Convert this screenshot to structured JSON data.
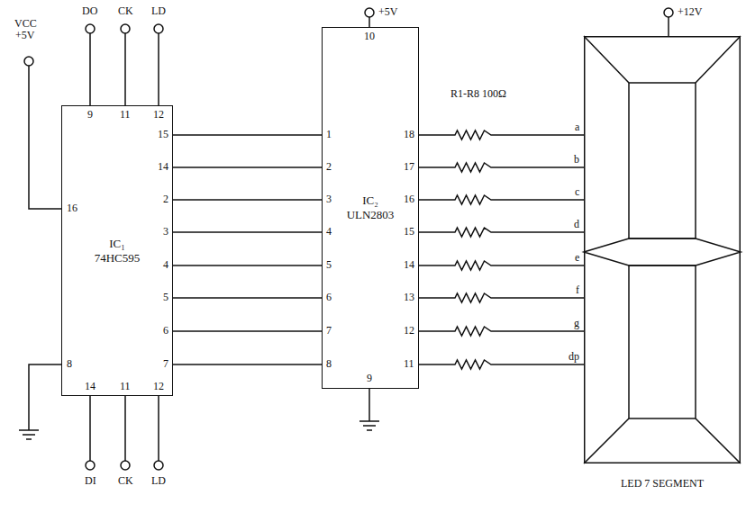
{
  "diagram": {
    "nodes": [
      {
        "text": [
          "IC₁",
          "74HC595"
        ]
      },
      {
        "text": [
          "IC₂",
          "ULN2803"
        ]
      },
      {
        "text": [
          "LED 7 SEGMENT"
        ]
      }
    ],
    "edges": [
      {
        "from": 0,
        "to": 1,
        "arrow": "none"
      },
      {
        "from": 0,
        "to": 1,
        "arrow": "none"
      },
      {
        "from": 0,
        "to": 1,
        "arrow": "none"
      },
      {
        "from": 0,
        "to": 1,
        "arrow": "none"
      },
      {
        "from": 0,
        "to": 1,
        "arrow": "none"
      },
      {
        "from": 0,
        "to": 1,
        "arrow": "none"
      },
      {
        "from": 0,
        "to": 1,
        "arrow": "none"
      },
      {
        "from": 0,
        "to": 1,
        "arrow": "none"
      },
      {
        "from": 1,
        "to": 2,
        "label": "a",
        "arrow": "none"
      },
      {
        "from": 1,
        "to": 2,
        "label": "b",
        "arrow": "none"
      },
      {
        "from": 1,
        "to": 2,
        "label": "c",
        "arrow": "none"
      },
      {
        "from": 1,
        "to": 2,
        "label": "d",
        "arrow": "none"
      },
      {
        "from": 1,
        "to": 2,
        "label": "e",
        "arrow": "none"
      },
      {
        "from": 1,
        "to": 2,
        "label": "f",
        "arrow": "none"
      },
      {
        "from": 1,
        "to": 2,
        "label": "g",
        "arrow": "none"
      },
      {
        "from": 1,
        "to": 2,
        "label": "dp",
        "arrow": "none"
      }
    ],
    "labels": [
      "VCC",
      "+5V",
      "DO",
      "CK",
      "LD",
      "9",
      "11",
      "12",
      "16",
      "15",
      "14",
      "2",
      "3",
      "4",
      "5",
      "6",
      "7",
      "8",
      "14",
      "11",
      "12",
      "DI",
      "CK",
      "LD",
      "+5V",
      "10",
      "1",
      "2",
      "3",
      "4",
      "5",
      "6",
      "7",
      "8",
      "18",
      "17",
      "16",
      "15",
      "14",
      "13",
      "12",
      "11",
      "9",
      "R1-R8 100Ω",
      "+12V"
    ]
  }
}
